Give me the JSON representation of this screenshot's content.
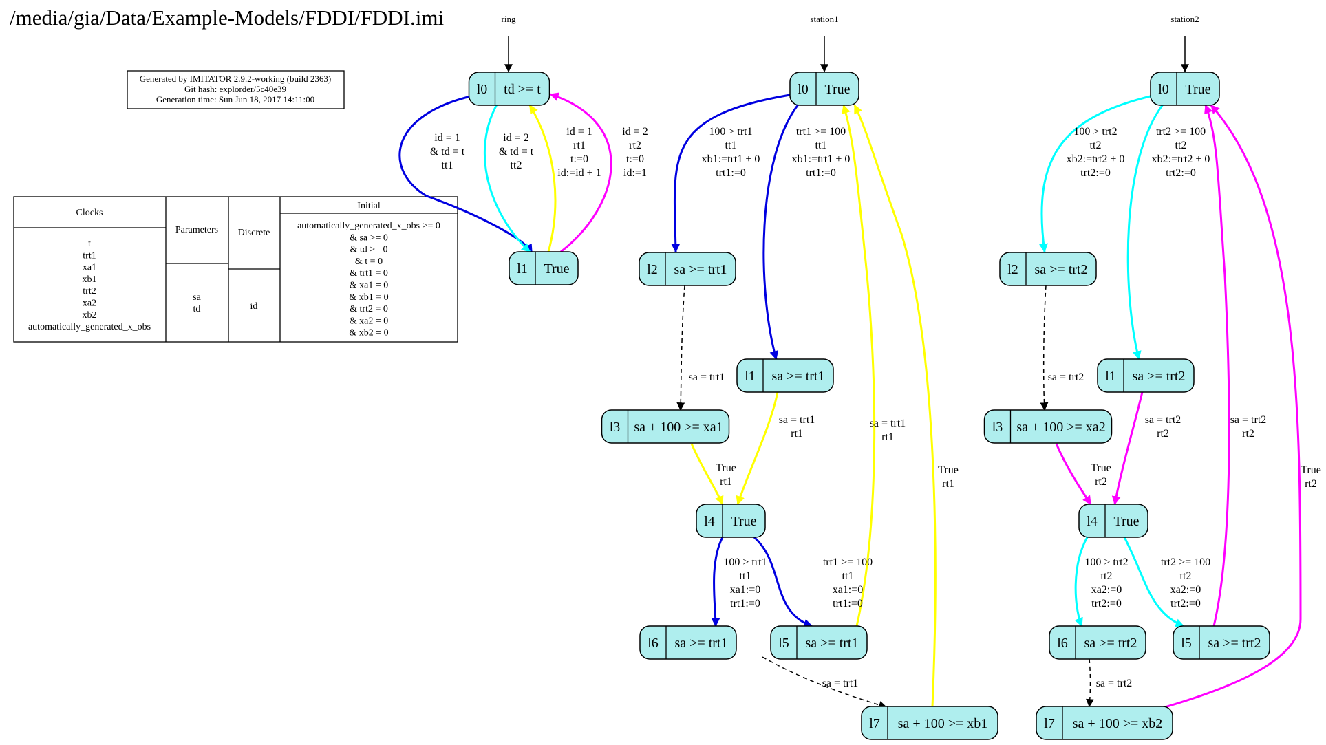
{
  "title": "/media/gia/Data/Example-Models/FDDI/FDDI.imi",
  "info_box": [
    "Generated by IMITATOR 2.9.2-working (build 2363)",
    "Git hash: explorder/5c40e39",
    "Generation time: Sun Jun 18, 2017 14:11:00"
  ],
  "variables_table": {
    "headers": [
      "Clocks",
      "Parameters",
      "Discrete",
      "Initial"
    ],
    "clocks": [
      "t",
      "trt1",
      "xa1",
      "xb1",
      "trt2",
      "xa2",
      "xb2",
      "automatically_generated_x_obs"
    ],
    "parameters": [
      "sa",
      "td"
    ],
    "discrete": [
      "id"
    ],
    "initial": [
      "automatically_generated_x_obs >= 0",
      "& sa >= 0",
      "& td >= 0",
      "& t = 0",
      "& trt1 = 0",
      "& xa1 = 0",
      "& xb1 = 0",
      "& trt2 = 0",
      "& xa2 = 0",
      "& xb2 = 0"
    ]
  },
  "automata": [
    {
      "name": "ring",
      "locations": [
        {
          "id": "ring_l0",
          "name": "l0",
          "invariant": "td >= t"
        },
        {
          "id": "ring_l1",
          "name": "l1",
          "invariant": "True"
        }
      ],
      "transitions": [
        {
          "from": "ring_l0",
          "to": "ring_l1",
          "color": "#0000e0",
          "label": [
            "id = 1",
            "&  td = t",
            "tt1"
          ]
        },
        {
          "from": "ring_l0",
          "to": "ring_l1",
          "color": "#00ffff",
          "label": [
            "id = 2",
            "&  td = t",
            "tt2"
          ]
        },
        {
          "from": "ring_l1",
          "to": "ring_l0",
          "color": "#ffff00",
          "label": [
            "id = 1",
            "rt1",
            "t:=0",
            "id:=id + 1"
          ]
        },
        {
          "from": "ring_l1",
          "to": "ring_l0",
          "color": "#ff00ff",
          "label": [
            "id = 2",
            "rt2",
            "t:=0",
            "id:=1"
          ]
        }
      ]
    },
    {
      "name": "station1",
      "locations": [
        {
          "id": "s1_l0",
          "name": "l0",
          "invariant": "True"
        },
        {
          "id": "s1_l2",
          "name": "l2",
          "invariant": "sa >= trt1"
        },
        {
          "id": "s1_l1",
          "name": "l1",
          "invariant": "sa >= trt1"
        },
        {
          "id": "s1_l3",
          "name": "l3",
          "invariant": "sa + 100 >= xa1"
        },
        {
          "id": "s1_l4",
          "name": "l4",
          "invariant": "True"
        },
        {
          "id": "s1_l6",
          "name": "l6",
          "invariant": "sa >= trt1"
        },
        {
          "id": "s1_l5",
          "name": "l5",
          "invariant": "sa >= trt1"
        },
        {
          "id": "s1_l7",
          "name": "l7",
          "invariant": "sa + 100 >= xb1"
        }
      ],
      "transitions": [
        {
          "from": "s1_l0",
          "to": "s1_l2",
          "color": "#0000e0",
          "label": [
            "100 > trt1",
            "tt1",
            "xb1:=trt1 + 0",
            "trt1:=0"
          ]
        },
        {
          "from": "s1_l0",
          "to": "s1_l1",
          "color": "#0000e0",
          "label": [
            "trt1 >= 100",
            "tt1",
            "xb1:=trt1 + 0",
            "trt1:=0"
          ]
        },
        {
          "from": "s1_l2",
          "to": "s1_l3",
          "color": "#000000",
          "dashed": true,
          "label": [
            "sa = trt1"
          ]
        },
        {
          "from": "s1_l3",
          "to": "s1_l4",
          "color": "#ffff00",
          "label": [
            "True",
            "rt1"
          ]
        },
        {
          "from": "s1_l1",
          "to": "s1_l4",
          "color": "#ffff00",
          "label": [
            "sa = trt1",
            "rt1"
          ]
        },
        {
          "from": "s1_l4",
          "to": "s1_l6",
          "color": "#0000e0",
          "label": [
            "100 > trt1",
            "tt1",
            "xa1:=0",
            "trt1:=0"
          ]
        },
        {
          "from": "s1_l4",
          "to": "s1_l5",
          "color": "#0000e0",
          "label": [
            "trt1 >= 100",
            "tt1",
            "xa1:=0",
            "trt1:=0"
          ]
        },
        {
          "from": "s1_l6",
          "to": "s1_l7",
          "color": "#000000",
          "dashed": true,
          "label": [
            "sa = trt1"
          ]
        },
        {
          "from": "s1_l5",
          "to": "s1_l0",
          "color": "#ffff00",
          "label": [
            "sa = trt1",
            "rt1"
          ]
        },
        {
          "from": "s1_l7",
          "to": "s1_l0",
          "color": "#ffff00",
          "label": [
            "True",
            "rt1"
          ]
        }
      ]
    },
    {
      "name": "station2",
      "locations": [
        {
          "id": "s2_l0",
          "name": "l0",
          "invariant": "True"
        },
        {
          "id": "s2_l2",
          "name": "l2",
          "invariant": "sa >= trt2"
        },
        {
          "id": "s2_l1",
          "name": "l1",
          "invariant": "sa >= trt2"
        },
        {
          "id": "s2_l3",
          "name": "l3",
          "invariant": "sa + 100 >= xa2"
        },
        {
          "id": "s2_l4",
          "name": "l4",
          "invariant": "True"
        },
        {
          "id": "s2_l6",
          "name": "l6",
          "invariant": "sa >= trt2"
        },
        {
          "id": "s2_l5",
          "name": "l5",
          "invariant": "sa >= trt2"
        },
        {
          "id": "s2_l7",
          "name": "l7",
          "invariant": "sa + 100 >= xb2"
        }
      ],
      "transitions": [
        {
          "from": "s2_l0",
          "to": "s2_l2",
          "color": "#00ffff",
          "label": [
            "100 > trt2",
            "tt2",
            "xb2:=trt2 + 0",
            "trt2:=0"
          ]
        },
        {
          "from": "s2_l0",
          "to": "s2_l1",
          "color": "#00ffff",
          "label": [
            "trt2 >= 100",
            "tt2",
            "xb2:=trt2 + 0",
            "trt2:=0"
          ]
        },
        {
          "from": "s2_l2",
          "to": "s2_l3",
          "color": "#000000",
          "dashed": true,
          "label": [
            "sa = trt2"
          ]
        },
        {
          "from": "s2_l3",
          "to": "s2_l4",
          "color": "#ff00ff",
          "label": [
            "True",
            "rt2"
          ]
        },
        {
          "from": "s2_l1",
          "to": "s2_l4",
          "color": "#ff00ff",
          "label": [
            "sa = trt2",
            "rt2"
          ]
        },
        {
          "from": "s2_l4",
          "to": "s2_l6",
          "color": "#00ffff",
          "label": [
            "100 > trt2",
            "tt2",
            "xa2:=0",
            "trt2:=0"
          ]
        },
        {
          "from": "s2_l4",
          "to": "s2_l5",
          "color": "#00ffff",
          "label": [
            "trt2 >= 100",
            "tt2",
            "xa2:=0",
            "trt2:=0"
          ]
        },
        {
          "from": "s2_l6",
          "to": "s2_l7",
          "color": "#000000",
          "dashed": true,
          "label": [
            "sa = trt2"
          ]
        },
        {
          "from": "s2_l5",
          "to": "s2_l0",
          "color": "#ff00ff",
          "label": [
            "sa = trt2",
            "rt2"
          ]
        },
        {
          "from": "s2_l7",
          "to": "s2_l0",
          "color": "#ff00ff",
          "label": [
            "True",
            "rt2"
          ]
        }
      ]
    }
  ],
  "colors": {
    "node_fill": "#afeeee",
    "tt1": "#0000e0",
    "tt2": "#00ffff",
    "rt1": "#ffff00",
    "rt2": "#ff00ff"
  }
}
